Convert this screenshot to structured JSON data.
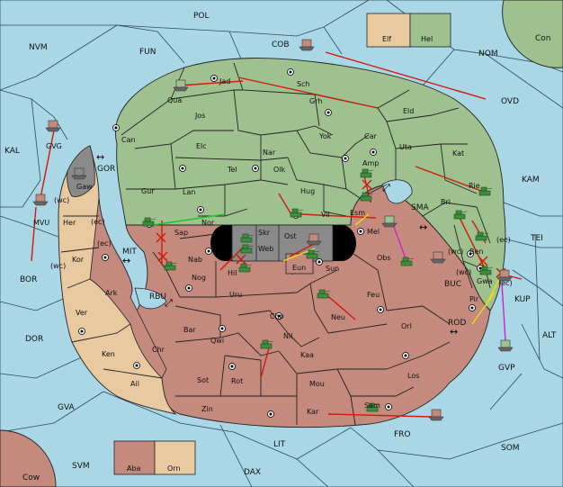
{
  "colors": {
    "sea": "#a9d7e6",
    "green": "#9fc08f",
    "rose": "#c48a7e",
    "tan": "#e8c9a0",
    "grey": "#8a8a8a",
    "black": "#000000",
    "order_move": "#d11a0a",
    "order_support": "#e8e010",
    "order_convoy": "#d21fd2",
    "order_hold": "#1fc61f"
  },
  "legend": {
    "top": [
      {
        "label": "Elf",
        "color": "#e8c9a0"
      },
      {
        "label": "Hel",
        "color": "#9fc08f"
      }
    ],
    "bottom": [
      {
        "label": "Aba",
        "color": "#c48a7e"
      },
      {
        "label": "Orn",
        "color": "#e8c9a0"
      }
    ]
  },
  "seas": {
    "pol": "POL",
    "nvm": "NVM",
    "fun": "FUN",
    "cob": "COB",
    "nom": "NOM",
    "con": "Con",
    "ovd": "OVD",
    "kal": "KAL",
    "gor": "GOR",
    "kam": "KAM",
    "sma": "SMA",
    "tei": "TEI",
    "mit": "MIT",
    "bor": "BOR",
    "rbu": "RBU",
    "buc": "BUC",
    "kup": "KUP",
    "rod": "ROD",
    "alt": "ALT",
    "dor": "DOR",
    "gvp": "GVP",
    "gva": "GVA",
    "fro": "FRO",
    "lit": "LIT",
    "som": "SOM",
    "svm": "SVM",
    "dax": "DAX",
    "cow": "Cow"
  },
  "provinces": {
    "jad": "Jad",
    "qua": "Qua",
    "sch": "Sch",
    "jos": "Jos",
    "grh": "Grh",
    "eld": "Eld",
    "can": "Can",
    "yok": "Yok",
    "car": "Car",
    "uta": "Uta",
    "nar": "Nar",
    "elc": "Elc",
    "kat": "Kat",
    "tel": "Tel",
    "olk": "Olk",
    "amp": "Amp",
    "gur": "Gur",
    "lan": "Lan",
    "hug": "Hug",
    "rie": "Rie",
    "bri": "Bri",
    "vil": "Vil",
    "esm": "Esm",
    "sap": "Sap",
    "nor": "Nor",
    "skr": "Skr",
    "ost": "Ost",
    "web": "Web",
    "mel": "Mel",
    "nab": "Nab",
    "eun": "Eun",
    "sun": "Sun",
    "obs": "Obs",
    "hil": "Hil",
    "nog": "Nog",
    "uru": "Uru",
    "feu": "Feu",
    "ben": "Ben",
    "gwa": "Gwa",
    "pir": "Pir",
    "chp": "Chp",
    "neu": "Neu",
    "orl": "Orl",
    "bar": "Bar",
    "qwi": "Qwi",
    "nil": "Nil",
    "kaa": "Kaa",
    "sot": "Sot",
    "rot": "Rot",
    "mou": "Mou",
    "los": "Los",
    "zin": "Zin",
    "kar": "Kar",
    "sam": "Sam",
    "gaw": "Gaw",
    "mvu": "MVU",
    "gvg": "GVG",
    "her": "Her",
    "kor": "Kor",
    "ark": "Ark",
    "ver": "Ver",
    "ken": "Ken",
    "chr": "Chr",
    "ail": "Ail"
  },
  "coasts": {
    "mvu_wc": "(wc)",
    "her_ec": "(ec)",
    "kor_ec": "(ec)",
    "kor_wc": "(wc)",
    "ben_ec": "(ec)",
    "gwa_wc": "(wc)",
    "gwa_ec": "(ec)",
    "buc_wc": "(wc)"
  }
}
